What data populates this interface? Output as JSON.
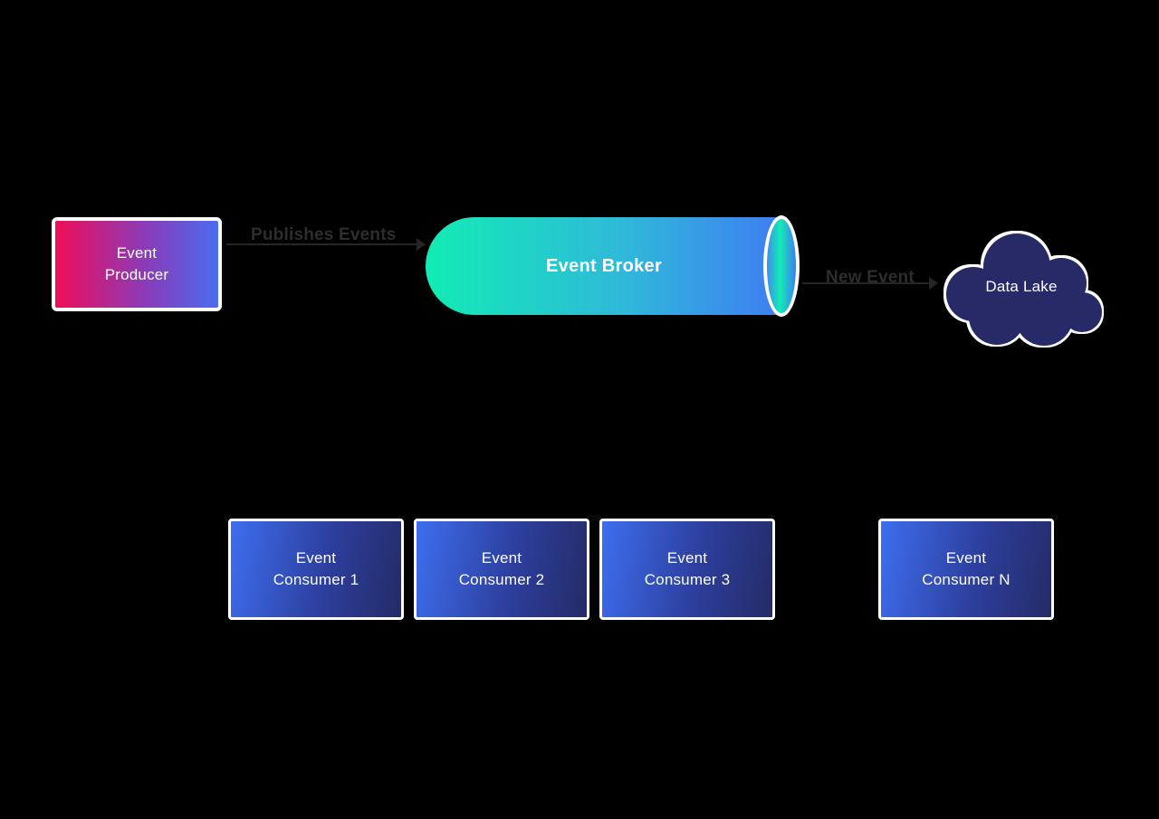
{
  "canvas": {
    "background": "#000000"
  },
  "nodes": {
    "producer": {
      "line1": "Event",
      "line2": "Producer",
      "gradient_start": "#ee0e57",
      "gradient_end": "#4a6cf0"
    },
    "broker": {
      "label": "Event Broker",
      "gradient_start": "#12ecb4",
      "gradient_end": "#3f7df2"
    },
    "data_lake": {
      "label": "Data Lake",
      "fill": "#272a67"
    },
    "consumers": [
      {
        "line1": "Event",
        "line2": "Consumer 1"
      },
      {
        "line1": "Event",
        "line2": "Consumer 2"
      },
      {
        "line1": "Event",
        "line2": "Consumer 3"
      },
      {
        "line1": "Event",
        "line2": "Consumer N"
      }
    ],
    "consumer_gradient_start": "#3e6eef",
    "consumer_gradient_end": "#242b66"
  },
  "edges": {
    "publish": {
      "label": "Publishes Events",
      "color": "#2d2d2d"
    },
    "to_lake": {
      "label": "New Event",
      "color": "#2d2d2d"
    }
  },
  "text_colors": {
    "node_text": "#ffffff",
    "border": "#ffffff"
  }
}
